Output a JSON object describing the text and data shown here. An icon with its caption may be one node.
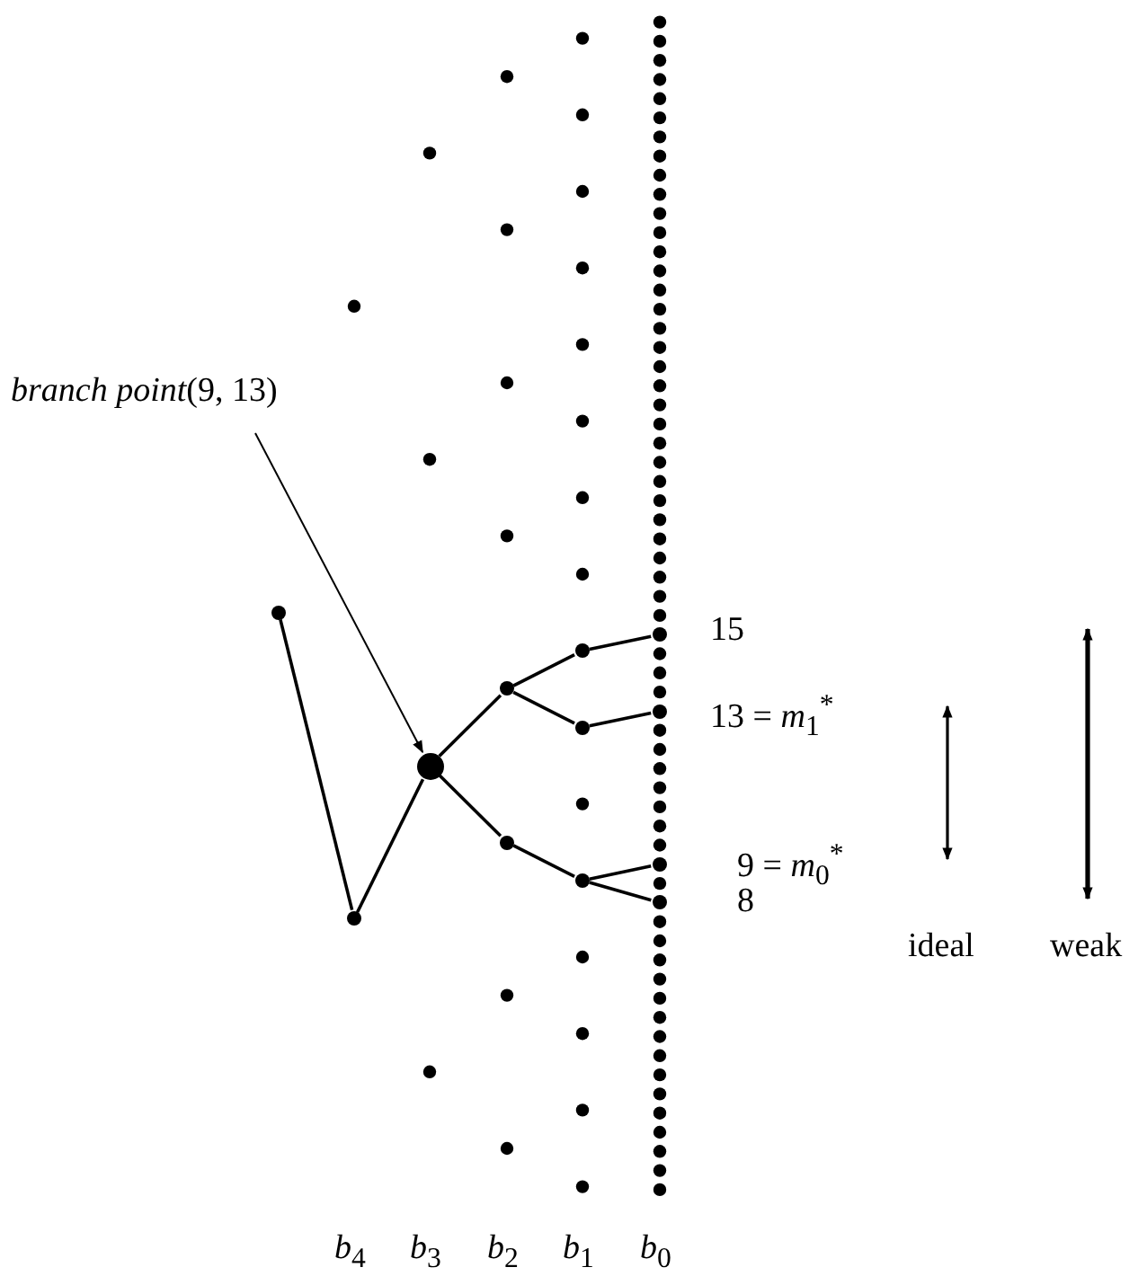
{
  "diagram": {
    "nodes": [
      {
        "text": [
          "*branch point*(9, 13)"
        ]
      },
      {
        "text": [],
        "shape": "circle"
      },
      {
        "text": [],
        "shape": "circle"
      },
      {
        "text": [],
        "shape": "circle"
      },
      {
        "text": [],
        "shape": "circle"
      },
      {
        "text": [],
        "shape": "circle"
      },
      {
        "text": [],
        "shape": "circle"
      },
      {
        "text": [],
        "shape": "circle"
      },
      {
        "text": [],
        "shape": "circle"
      },
      {
        "text": [],
        "shape": "circle",
        "beside": [
          "15"
        ]
      },
      {
        "text": [],
        "shape": "circle",
        "beside": [
          "13 = *m*$_{1}$$^{*}$"
        ]
      },
      {
        "text": [],
        "shape": "circle",
        "beside": [
          "9 = *m*$_{0}$$^{*}$"
        ]
      },
      {
        "text": [],
        "shape": "circle",
        "beside": [
          "8"
        ]
      }
    ],
    "edges": [
      {
        "from": 0,
        "to": 3,
        "arrow": "to"
      },
      {
        "from": 1,
        "to": 2,
        "arrow": "none"
      },
      {
        "from": 2,
        "to": 3,
        "arrow": "none"
      },
      {
        "from": 3,
        "to": 4,
        "arrow": "none"
      },
      {
        "from": 3,
        "to": 5,
        "arrow": "none"
      },
      {
        "from": 4,
        "to": 6,
        "arrow": "none"
      },
      {
        "from": 4,
        "to": 7,
        "arrow": "none"
      },
      {
        "from": 5,
        "to": 8,
        "arrow": "none"
      },
      {
        "from": 6,
        "to": 9,
        "arrow": "none"
      },
      {
        "from": 7,
        "to": 10,
        "arrow": "none"
      },
      {
        "from": 8,
        "to": 11,
        "arrow": "none"
      },
      {
        "from": 8,
        "to": 12,
        "arrow": "none"
      }
    ],
    "labels": [
      "ideal",
      "weak",
      "*b*$_{4}$",
      "*b*$_{3}$",
      "*b*$_{2}$",
      "*b*$_{1}$",
      "*b*$_{0}$"
    ]
  }
}
